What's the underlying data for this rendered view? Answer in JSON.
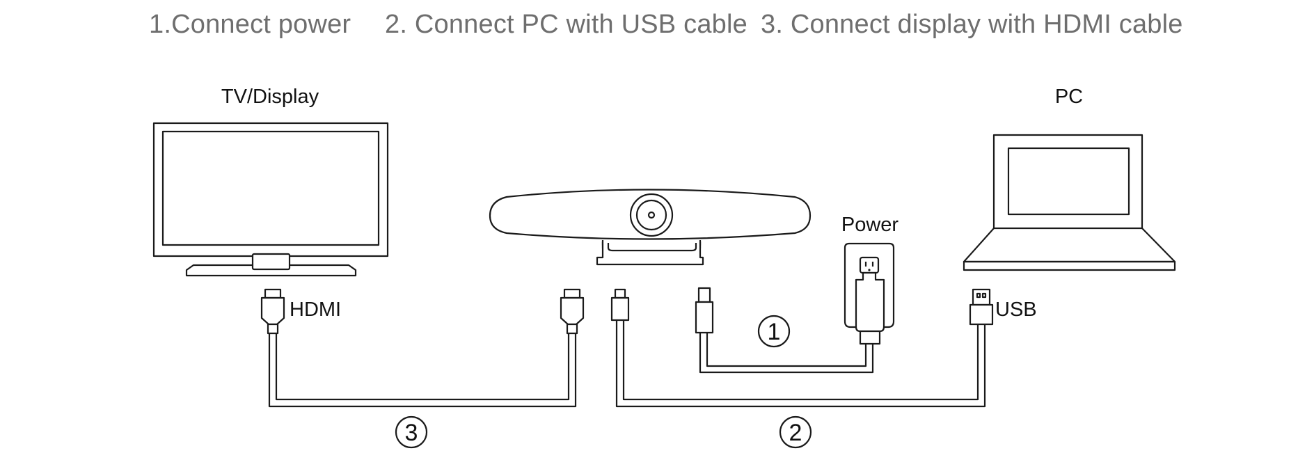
{
  "steps": [
    {
      "label": "1.Connect power"
    },
    {
      "label": "2. Connect PC with USB cable"
    },
    {
      "label": "3. Connect display with HDMI cable"
    }
  ],
  "devices": {
    "tv": "TV/Display",
    "pc": "PC",
    "power": "Power"
  },
  "ports": {
    "hdmi": "HDMI",
    "usb": "USB"
  },
  "markers": {
    "one": "1",
    "two": "2",
    "three": "3"
  }
}
